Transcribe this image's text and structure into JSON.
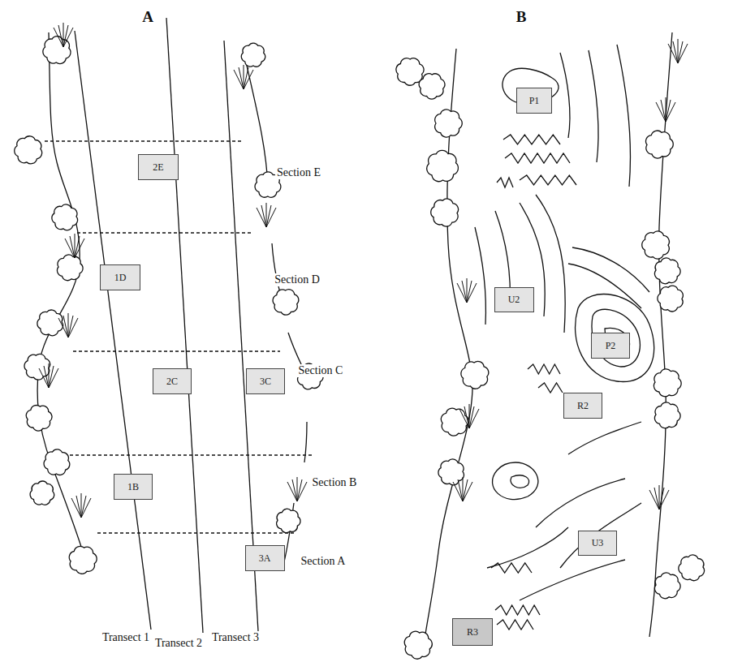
{
  "diagram": {
    "nodes": [
      {
        "text": [
          "2E"
        ]
      },
      {
        "text": [
          "1D"
        ]
      },
      {
        "text": [
          "2C"
        ]
      },
      {
        "text": [
          "3C"
        ]
      },
      {
        "text": [
          "1B"
        ]
      },
      {
        "text": [
          "3A"
        ]
      },
      {
        "text": [
          "P1"
        ]
      },
      {
        "text": [
          "U2"
        ]
      },
      {
        "text": [
          "P2"
        ]
      },
      {
        "text": [
          "R2"
        ]
      },
      {
        "text": [
          "U3"
        ]
      },
      {
        "text": [
          "R3"
        ]
      }
    ],
    "labels": [
      "A",
      "B",
      "Section E",
      "Section D",
      "Section C",
      "Section B",
      "Section A",
      "Transect 1",
      "Transect 2",
      "Transect 3"
    ]
  }
}
